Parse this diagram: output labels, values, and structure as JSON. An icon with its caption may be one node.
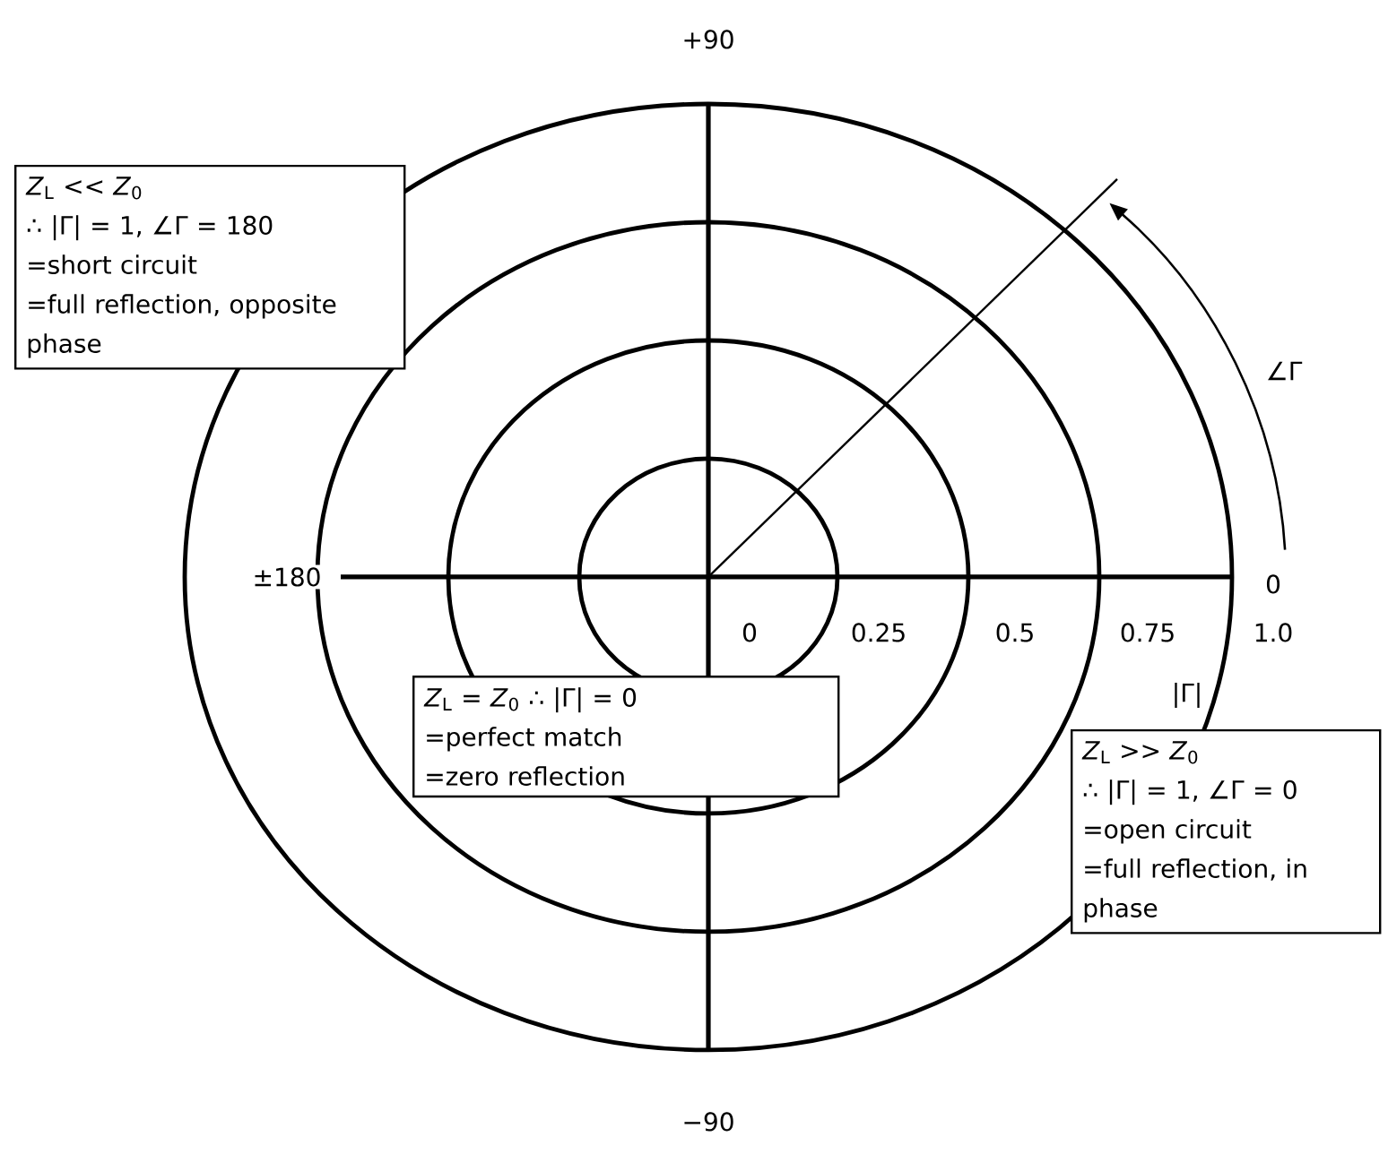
{
  "diagram": {
    "nodes": [
      {
        "text": [
          "*Z*$_{L}$ << *Z*$_{0}$",
          "∴ |Γ| = 1, ∠Γ = 180",
          "=short circuit",
          "=full reflection, opposite phase"
        ]
      },
      {
        "text": [
          "*Z*$_{L}$ = *Z*$_{0}$ ∴ |Γ| = 0",
          "=perfect match",
          "=zero reflection"
        ]
      },
      {
        "text": [
          "*Z*$_{L}$ >> *Z*$_{0}$",
          "∴ |Γ| = 1, ∠Γ = 0",
          "=open circuit",
          "=full reflection, in phase"
        ]
      }
    ],
    "labels": [
      "+90",
      "∠Γ",
      "±180",
      "0",
      "0",
      "0.25",
      "0.5",
      "0.75",
      "1.0",
      "|Γ|",
      "−90"
    ]
  }
}
